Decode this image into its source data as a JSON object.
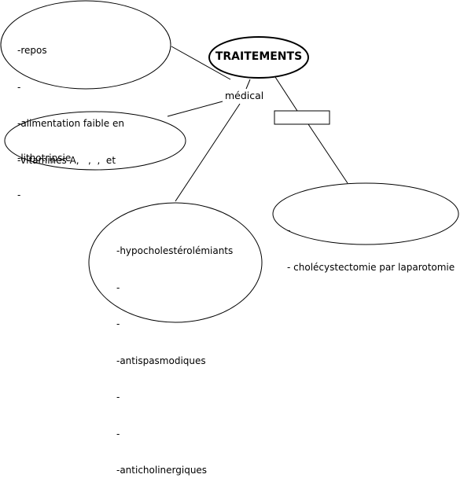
{
  "title": "TRAITEMENTS",
  "center_label": "médical",
  "nodes": {
    "top_left": {
      "lines": [
        "-repos",
        "-",
        "-alimentation faible en",
        "-vitamines A,   ,  ,  et"
      ]
    },
    "mid_left": {
      "lines": [
        "-lithotripsie",
        "-"
      ]
    },
    "bottom_center": {
      "lines": [
        "-hypocholestérolémiants",
        "-",
        "-",
        "-antispasmodiques",
        "-",
        "-",
        "-anticholinergiques"
      ]
    },
    "right": {
      "lines": [
        "-",
        "- cholécystectomie par laparotomie"
      ]
    }
  },
  "colors": {
    "stroke": "#000000",
    "fill": "#ffffff",
    "text": "#000000"
  }
}
